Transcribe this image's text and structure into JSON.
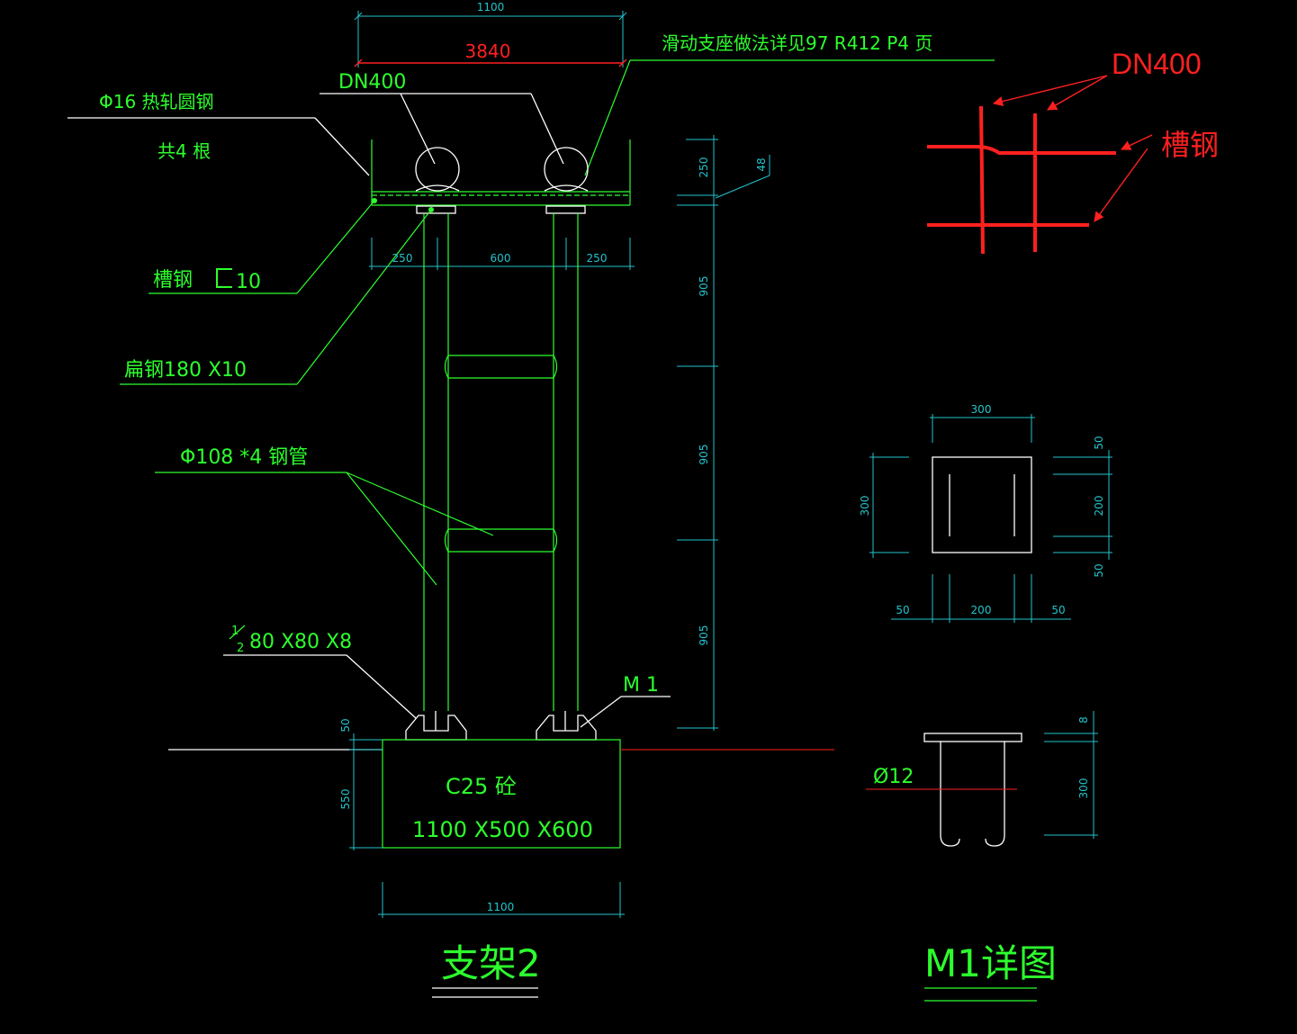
{
  "colors": {
    "background": "#000000",
    "drawing_green": "#2dff2d",
    "dimension_cyan": "#22c4cc",
    "outline_white": "#ffffff",
    "annotation_red": "#ff2020"
  },
  "top_dims": {
    "width_1100": "1100",
    "pipe_spacing_red": "3840"
  },
  "labels": {
    "sliding_support": "滑动支座做法详见97 R412 P4 页",
    "dn400": "DN400",
    "round_steel": "Φ16  热轧圆钢",
    "count_4": "共4 根",
    "channel_steel": "槽钢",
    "channel_size": "10",
    "flat_steel": "扁钢180 X10",
    "steel_pipe": "Φ108 *4 钢管",
    "angle_fraction_num": "1",
    "angle_fraction_den": "2",
    "angle_steel": "80 X80 X8",
    "m1": "M 1",
    "concrete": "C25 砼",
    "foundation_size": "1100 X500 X600",
    "title_support": "支架2",
    "title_m1": "M1详图",
    "m1_diameter": "Ø12"
  },
  "dims": {
    "d250_top": "250",
    "d48": "48",
    "d250_left": "250",
    "d600": "600",
    "d250_right": "250",
    "d905_1": "905",
    "d905_2": "905",
    "d905_3": "905",
    "d50_base": "50",
    "d550": "550",
    "d1100_bottom": "1100",
    "plate_300_top": "300",
    "plate_300_left": "300",
    "plate_50_r1": "50",
    "plate_200_r": "200",
    "plate_50_r2": "50",
    "plate_50_b1": "50",
    "plate_200_b": "200",
    "plate_50_b2": "50",
    "m1_8": "8",
    "m1_300": "300"
  },
  "annotations": {
    "dn400": "DN400",
    "channel": "槽钢"
  }
}
